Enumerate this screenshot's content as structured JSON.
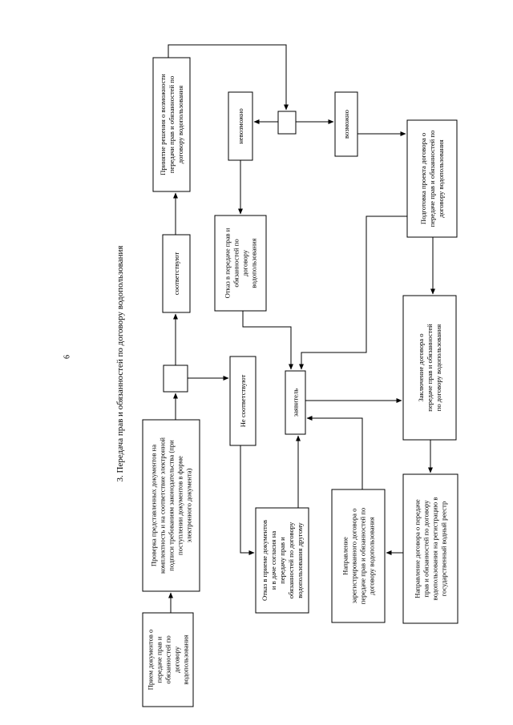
{
  "page": {
    "number": "6",
    "title": "3. Передача прав и обязанностей по договору водопользования"
  },
  "nodes": {
    "receive": [
      "Прием документов о",
      "передаче прав и",
      "обязанностей по",
      "договору",
      "водопользования"
    ],
    "check": [
      "Проверка представленных документов на",
      "комплектность и на соответствие электронной",
      "подписи требованиям законодательства (при",
      "поступлении документов в форме",
      "электронного документа)"
    ],
    "match": [
      "соответствуют"
    ],
    "nomatch": [
      "Не соответствуют"
    ],
    "decision": [
      "Принятие решения о возможности",
      "передачи прав и обязанностей по",
      "договору водопользования"
    ],
    "impossible": [
      "невозможно"
    ],
    "possible": [
      "возможно"
    ],
    "refuse_transfer": [
      "Отказ в передаче прав и",
      "обязанностей по",
      "договору",
      "водопользования"
    ],
    "prepare": [
      "Подготовка проекта договора о",
      "передаче прав и обязанностей по",
      "договору водопользования"
    ],
    "conclude": [
      "Заключение договора о",
      "передаче прав и обязанностей",
      "по договору водопользования"
    ],
    "applicant": [
      "заявитель"
    ],
    "refuse_docs": [
      "Отказ в приеме документов",
      "и в даче согласия на",
      "передачу прав и",
      "обязанностей по договору",
      "водопользования другому"
    ],
    "send_registered": [
      "Направление",
      "зарегистрированного договора о",
      "передаче прав и обязанностей по",
      "договору водопользования"
    ],
    "send_registry": [
      "Направление договора о передаче",
      "прав и обязанностей по договору",
      "водопользования на регистрацию в",
      "государственный водный реестр"
    ]
  }
}
